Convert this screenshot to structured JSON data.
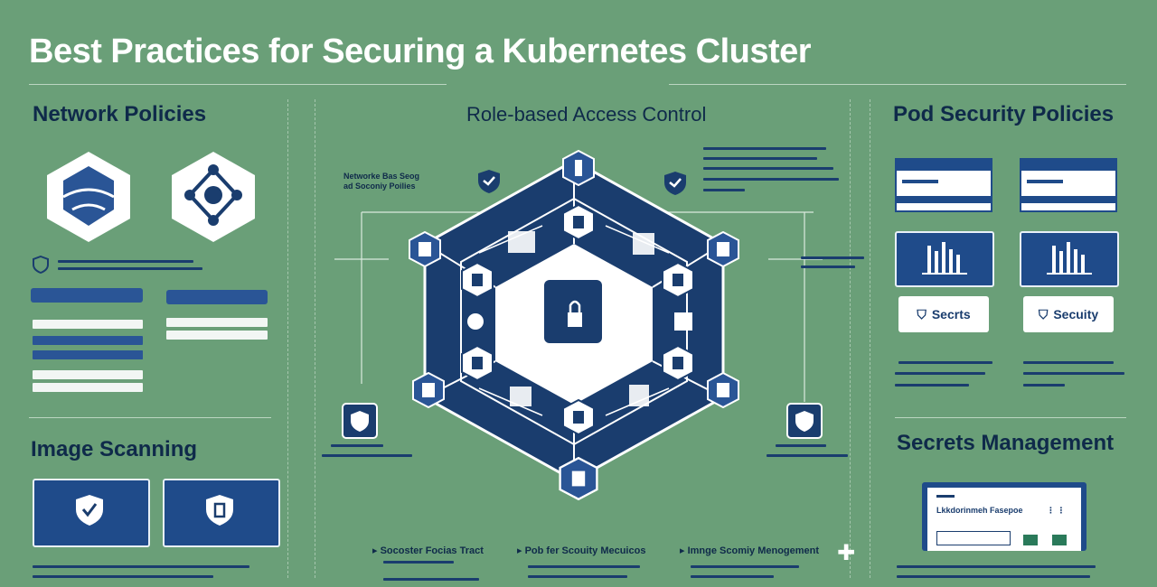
{
  "title": "Best Practices for Securing a Kubernetes Cluster",
  "sections": {
    "network": "Network Policies",
    "rbac": "Role-based Access Control",
    "pod": "Pod Security Policies",
    "image": "Image Scanning",
    "secrets": "Secrets Management"
  },
  "rbac_side_label": "Networke Bas Seog\nad Soconiy Poilies",
  "pod_buttons": {
    "secrets": "Secrts",
    "security": "Secuity"
  },
  "secrets_panel": {
    "header_text": "Lkkdorinmeh Fasepoe"
  },
  "bullets": [
    "Socoster Focias Tract",
    "Pob fer Scouity Mecuicos",
    "Imnge Scomiy Menogement"
  ],
  "colors": {
    "background": "#6a9f78",
    "navy": "#1a3d6e",
    "blue": "#2a5596",
    "white": "#ffffff"
  }
}
